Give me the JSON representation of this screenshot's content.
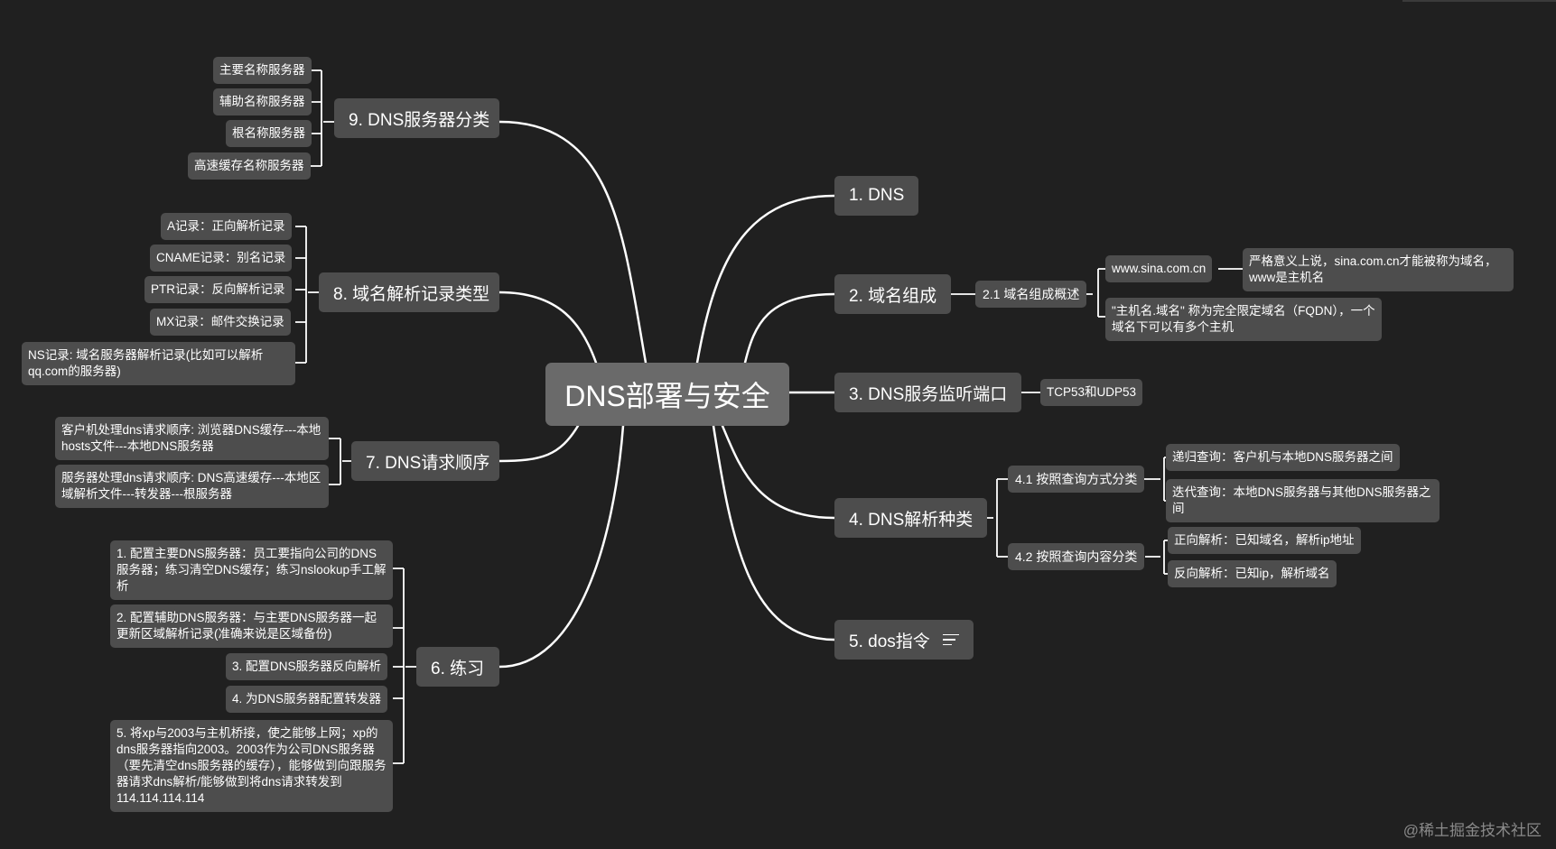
{
  "root": "DNS部署与安全",
  "right": {
    "n1": "1. DNS",
    "n2": "2. 域名组成",
    "n2_1": "2.1 域名组成概述",
    "n2_1_a": "www.sina.com.cn",
    "n2_1_a_note": "严格意义上说，sina.com.cn才能被称为域名，www是主机名",
    "n2_1_b": "\"主机名.域名\" 称为完全限定域名（FQDN），一个域名下可以有多个主机",
    "n3": "3. DNS服务监听端口",
    "n3_a": "TCP53和UDP53",
    "n4": "4. DNS解析种类",
    "n4_1": "4.1 按照查询方式分类",
    "n4_1_a": "递归查询：客户机与本地DNS服务器之间",
    "n4_1_b": "迭代查询：本地DNS服务器与其他DNS服务器之间",
    "n4_2": "4.2 按照查询内容分类",
    "n4_2_a": "正向解析：已知域名，解析ip地址",
    "n4_2_b": "反向解析：已知ip，解析域名",
    "n5": "5. dos指令"
  },
  "left": {
    "n9": "9. DNS服务器分类",
    "n9_items": [
      "主要名称服务器",
      "辅助名称服务器",
      "根名称服务器",
      "高速缓存名称服务器"
    ],
    "n8": "8. 域名解析记录类型",
    "n8_items": [
      "A记录：正向解析记录",
      "CNAME记录：别名记录",
      "PTR记录：反向解析记录",
      "MX记录：邮件交换记录",
      "NS记录: 域名服务器解析记录(比如可以解析qq.com的服务器)"
    ],
    "n7": "7. DNS请求顺序",
    "n7_items": [
      "客户机处理dns请求顺序: 浏览器DNS缓存---本地hosts文件---本地DNS服务器",
      "服务器处理dns请求顺序: DNS高速缓存---本地区域解析文件---转发器---根服务器"
    ],
    "n6": "6. 练习",
    "n6_items": [
      "1. 配置主要DNS服务器：员工要指向公司的DNS服务器；练习清空DNS缓存；练习nslookup手工解析",
      "2. 配置辅助DNS服务器：与主要DNS服务器一起更新区域解析记录(准确来说是区域备份)",
      "3. 配置DNS服务器反向解析",
      "4. 为DNS服务器配置转发器",
      "5. 将xp与2003与主机桥接，使之能够上网；xp的dns服务器指向2003。2003作为公司DNS服务器（要先清空dns服务器的缓存），能够做到向跟服务器请求dns解析/能够做到将dns请求转发到114.114.114.114"
    ]
  },
  "watermark": "@稀土掘金技术社区",
  "colors": {
    "background": "#202020",
    "node": "#4d4d4d",
    "root": "#6a6a6a",
    "line": "#ffffff",
    "text": "#ffffff"
  },
  "icons": {
    "n5": "menu-lines-icon"
  }
}
